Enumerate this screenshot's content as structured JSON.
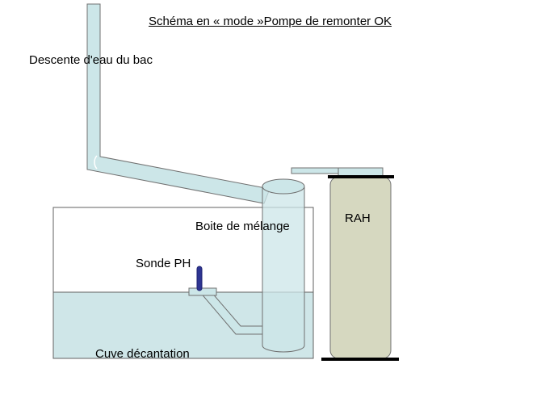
{
  "title": "Schéma en « mode »Pompe de remonter OK",
  "labels": {
    "descente": "Descente d'eau du bac",
    "boite": "Boite de mélange",
    "rah": "RAH",
    "sonde": "Sonde PH",
    "cuve": "Cuve décantation"
  },
  "colors": {
    "pipe_fill": "#cce6e8",
    "water_fill": "#cfe6e8",
    "rah_fill": "#d6d8c0",
    "probe": "#2e3592",
    "outline": "#606060"
  }
}
